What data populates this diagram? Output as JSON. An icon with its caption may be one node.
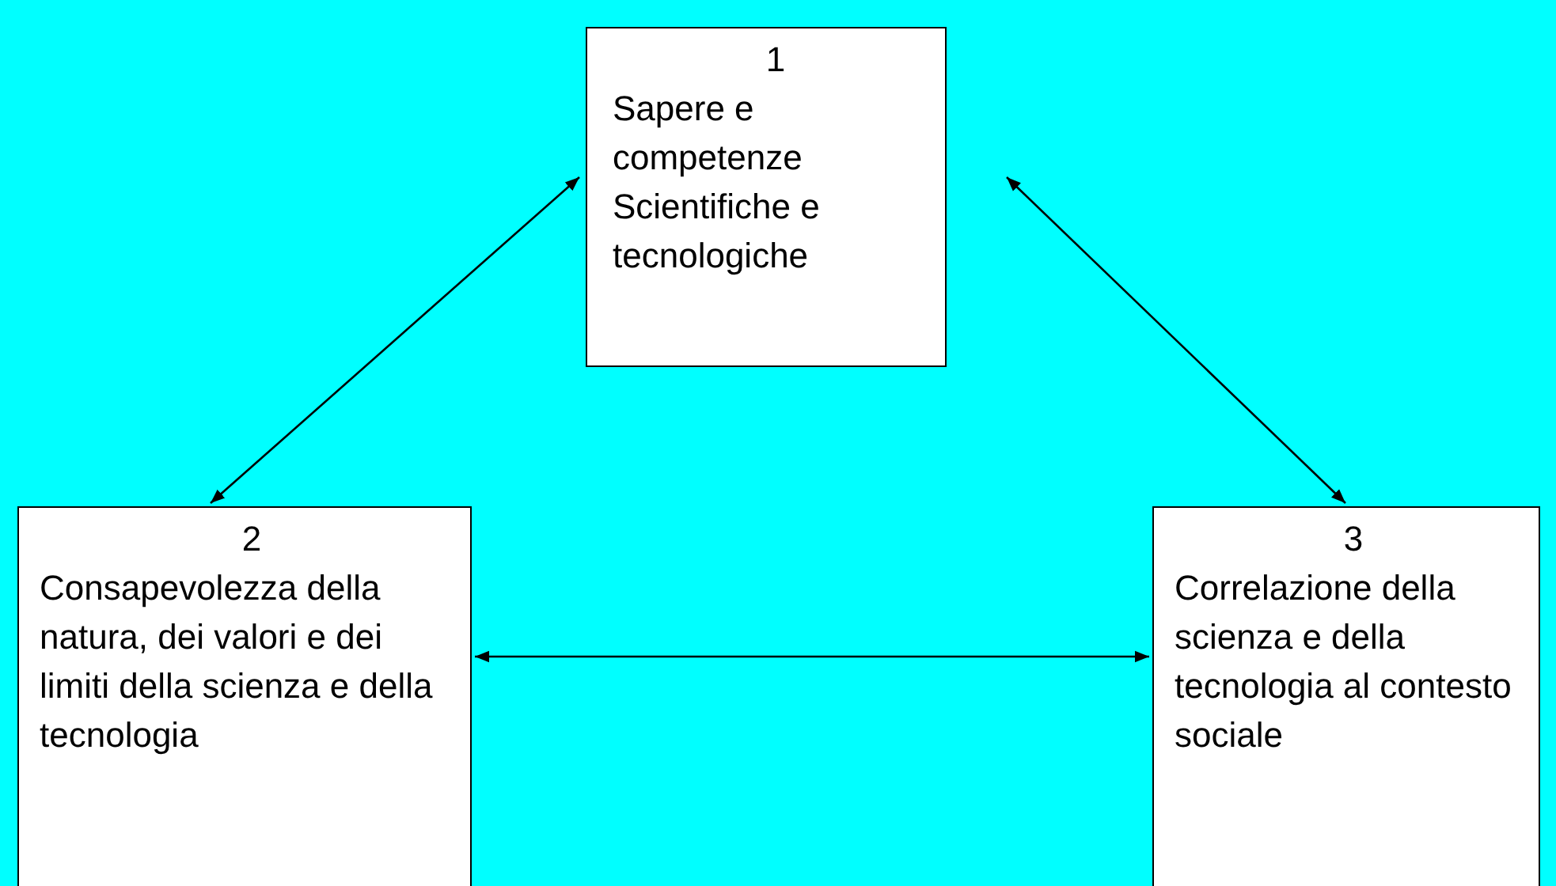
{
  "diagram": {
    "nodes": [
      {
        "text": [
          "1",
          "Sapere e competenze Scientifiche e tecnologiche"
        ]
      },
      {
        "text": [
          "2",
          "Consapevolezza della natura, dei valori e dei limiti della scienza e della tecnologia"
        ]
      },
      {
        "text": [
          "3",
          "Correlazione della scienza e della tecnologia al contesto sociale"
        ]
      }
    ],
    "edges": [
      {
        "from": 0,
        "to": 1,
        "arrow": "both"
      },
      {
        "from": 0,
        "to": 2,
        "arrow": "both"
      },
      {
        "from": 1,
        "to": 2,
        "arrow": "both"
      }
    ]
  }
}
